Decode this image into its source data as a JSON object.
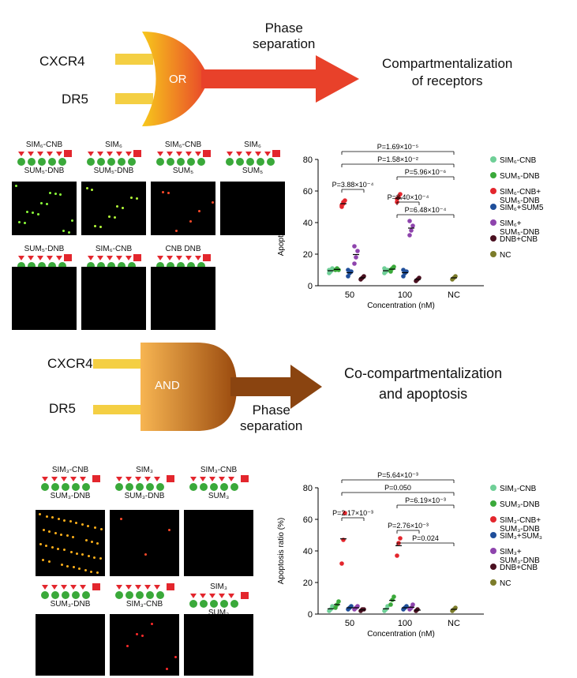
{
  "gate1": {
    "input_a": "CXCR4",
    "input_b": "DR5",
    "gate_label": "OR",
    "arrow_label": "Phase\nseparation",
    "output": "Compartmentalization\nof receptors",
    "colors": {
      "gate_start": "#f7c81c",
      "gate_end": "#e8412a",
      "arrow": "#e8412a",
      "input": "#f4d35a"
    }
  },
  "gate2": {
    "input_a": "CXCR4",
    "input_b": "DR5",
    "gate_label": "AND",
    "arrow_label": "Phase\nseparation",
    "output": "Co-compartmentalization\nand apoptosis",
    "colors": {
      "gate_start": "#f4b24a",
      "gate_end": "#9a4a0e",
      "arrow": "#8a4410",
      "input": "#f4d35a"
    }
  },
  "micro1": {
    "panels": [
      {
        "top": "SIM₆-CNB",
        "bottom": "SUM₅-DNB",
        "dots": "green-yellow"
      },
      {
        "top": "SIM₆",
        "bottom": "SUM₅-DNB",
        "dots": "green-yellow"
      },
      {
        "top": "SIM₆-CNB",
        "bottom": "SUM₅",
        "dots": "sparse-red"
      },
      {
        "top": "SIM₆",
        "bottom": "SUM₅",
        "dots": "none"
      },
      {
        "top": "SUM₅-DNB",
        "bottom": "",
        "dots": "none"
      },
      {
        "top": "SIM₆-CNB",
        "bottom": "",
        "dots": "none"
      },
      {
        "top": "CNB",
        "top2": "DNB",
        "bottom": "",
        "dots": "none"
      }
    ]
  },
  "micro2": {
    "panels": [
      {
        "top": "SIM₃-CNB",
        "bottom": "SUM₃-DNB"
      },
      {
        "top": "SIM₃",
        "bottom": "SUM₃-DNB"
      },
      {
        "top": "SIM₃-CNB",
        "bottom": "SUM₃"
      },
      {
        "top": "",
        "bottom": "SUM₃-DNB"
      },
      {
        "top": "",
        "bottom": "SIM₃-CNB"
      },
      {
        "top": "SIM₃",
        "bottom": "SUM₃"
      }
    ]
  },
  "chart_data": [
    {
      "type": "scatter",
      "title": "",
      "ylabel": "Apoptosis ratio (%)",
      "xlabel": "Concentration (nM)",
      "ylim": [
        0,
        80
      ],
      "yticks": [
        0,
        20,
        40,
        60,
        80
      ],
      "categories": [
        "50",
        "100",
        "NC"
      ],
      "legend_position": "right",
      "series": [
        {
          "name": "SIM₆-CNB",
          "color": "#6fcf97",
          "points": {
            "50": [
              8,
              9,
              11,
              10
            ],
            "100": [
              8,
              9,
              10,
              11
            ]
          }
        },
        {
          "name": "SUM₅-DNB",
          "color": "#3aa93a",
          "points": {
            "50": [
              10,
              11,
              10
            ],
            "100": [
              9,
              11,
              12,
              10
            ]
          }
        },
        {
          "name": "SIM₆-CNB+\nSUM₅-DNB",
          "color": "#e3262d",
          "points": {
            "50": [
              50,
              52,
              54,
              51,
              53
            ],
            "100": [
              53,
              56,
              58,
              55
            ]
          }
        },
        {
          "name": "SIM₆+SUM5",
          "color": "#1f4e9a",
          "points": {
            "50": [
              6,
              8,
              9,
              10
            ],
            "100": [
              6,
              8,
              9,
              10
            ]
          }
        },
        {
          "name": "SIM₆+\nSUM₅-DNB",
          "color": "#8e44ad",
          "points": {
            "50": [
              14,
              18,
              22,
              25
            ],
            "100": [
              32,
              35,
              38,
              41
            ]
          }
        },
        {
          "name": "DNB+CNB",
          "color": "#4a1020",
          "points": {
            "50": [
              4,
              5,
              6
            ],
            "100": [
              3,
              4,
              5
            ]
          }
        },
        {
          "name": "NC",
          "color": "#7c7c2a",
          "points": {
            "NC": [
              4,
              5,
              6
            ]
          }
        }
      ],
      "annotations": [
        "P=1.69×10⁻⁵",
        "P=1.58×10⁻²",
        "P=5.96×10⁻⁶",
        "P=3.88×10⁻⁴",
        "P=8.40×10⁻⁴",
        "P=6.48×10⁻⁴"
      ]
    },
    {
      "type": "scatter",
      "title": "",
      "ylabel": "Apoptosis ratio (%)",
      "xlabel": "Concentration (nM)",
      "ylim": [
        0,
        80
      ],
      "yticks": [
        0,
        20,
        40,
        60,
        80
      ],
      "categories": [
        "50",
        "100",
        "NC"
      ],
      "legend_position": "right",
      "series": [
        {
          "name": "SIM₃-CNB",
          "color": "#6fcf97",
          "points": {
            "50": [
              2,
              3,
              5
            ],
            "100": [
              2,
              3,
              5
            ]
          }
        },
        {
          "name": "SUM₃-DNB",
          "color": "#3aa93a",
          "points": {
            "50": [
              4,
              6,
              8
            ],
            "100": [
              6,
              9,
              11
            ]
          }
        },
        {
          "name": "SIM₃-CNB+\nSUM₃-DNB",
          "color": "#e3262d",
          "points": {
            "50": [
              32,
              47,
              64
            ],
            "100": [
              37,
              45,
              48
            ]
          }
        },
        {
          "name": "SIM₃+SUM₃",
          "color": "#1f4e9a",
          "points": {
            "50": [
              3,
              4,
              5
            ],
            "100": [
              3,
              4,
              5
            ]
          }
        },
        {
          "name": "SIM₃+\nSUM₃-DNB",
          "color": "#8e44ad",
          "points": {
            "50": [
              3,
              4,
              5
            ],
            "100": [
              3,
              4,
              6
            ]
          }
        },
        {
          "name": "DNB+CNB",
          "color": "#4a1020",
          "points": {
            "50": [
              2,
              3,
              3
            ],
            "100": [
              2,
              3
            ]
          }
        },
        {
          "name": "NC",
          "color": "#7c7c2a",
          "points": {
            "NC": [
              2,
              3,
              4
            ]
          }
        }
      ],
      "annotations": [
        "P=5.64×10⁻³",
        "P=0.050",
        "P=6.19×10⁻³",
        "P=2.17×10⁻³",
        "P=2.76×10⁻³",
        "P=0.024"
      ]
    }
  ]
}
